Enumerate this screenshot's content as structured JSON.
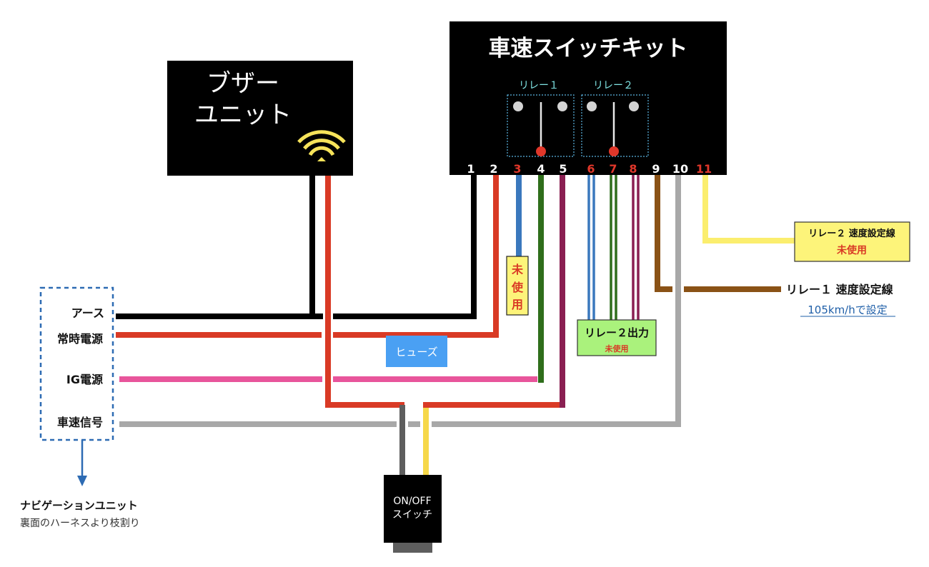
{
  "kit": {
    "title": "車速スイッチキット",
    "relay1_label": "リレー１",
    "relay2_label": "リレー２",
    "terminals": [
      {
        "label": "1",
        "color": "#ffffff"
      },
      {
        "label": "2",
        "color": "#ffffff"
      },
      {
        "label": "3",
        "color": "#e0372a"
      },
      {
        "label": "4",
        "color": "#ffffff"
      },
      {
        "label": "5",
        "color": "#ffffff"
      },
      {
        "label": "6",
        "color": "#e0372a"
      },
      {
        "label": "7",
        "color": "#e0372a"
      },
      {
        "label": "8",
        "color": "#e0372a"
      },
      {
        "label": "9",
        "color": "#ffffff"
      },
      {
        "label": "10",
        "color": "#ffffff"
      },
      {
        "label": "11",
        "color": "#e0372a"
      }
    ]
  },
  "buzzer": {
    "line1": "ブザー",
    "line2": "ユニット",
    "icon": "wifi-signal-icon"
  },
  "navi": {
    "wires": [
      {
        "label": "アース",
        "color": "#000000"
      },
      {
        "label": "常時電源",
        "color": "#d93a25"
      },
      {
        "label": "IG電源",
        "color": "#e8559b"
      },
      {
        "label": "車速信号",
        "color": "#a8a8a8"
      }
    ],
    "title": "ナビゲーションユニット",
    "subtitle": "裏面のハーネスより枝割り"
  },
  "labels": {
    "unused_vertical": [
      "未",
      "使",
      "用"
    ],
    "fuse": "ヒューズ",
    "relay2_output": "リレー２出力",
    "relay2_output_note": "未使用",
    "relay2_speed": "リレー２ 速度設定線",
    "relay2_speed_note": "未使用",
    "relay1_speed": "リレー１ 速度設定線",
    "relay1_speed_note": "105km/hで設定"
  },
  "switch": {
    "line1": "ON/OFF",
    "line2": "スイッチ"
  },
  "colors": {
    "black": "#000000",
    "red": "#d93a25",
    "blue": "#3a78bd",
    "green": "#2f6e1b",
    "purple": "#8a1f52",
    "brown": "#8a5216",
    "gray": "#a8a8a8",
    "yellow": "#fbee6e",
    "pink": "#e8559b",
    "dark_gray": "#5e5e5e",
    "switch_yellow": "#f6d84a",
    "fuse_blue": "#4aa0f3",
    "label_yellow": "#fdf47a",
    "label_green": "#aaf27c",
    "relay_cyan": "#7fe3e3",
    "link_blue": "#1f5fa8"
  }
}
